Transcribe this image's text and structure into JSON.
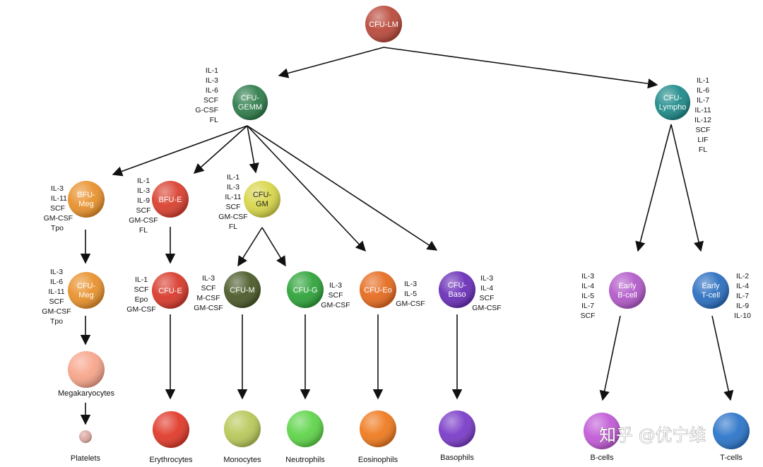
{
  "colors": {
    "lm": "#b94a3c",
    "gemm": "#2f7d4b",
    "lympho": "#1f8a8a",
    "meg": "#e8912c",
    "bfue": "#d9402f",
    "gm": "#d8d64a",
    "cfue": "#d83a2c",
    "cfum": "#4b5a2a",
    "cfug": "#2ea33a",
    "cfueo": "#e66b1f",
    "baso": "#6a2fb8",
    "earlyb": "#b25ac9",
    "earlyt": "#2c6fc0",
    "megakaryocyte": "#f7a58b",
    "platelet": "#d9a8a0",
    "erythrocyte": "#e03a2a",
    "monocyte": "#b9c85a",
    "neutrophil": "#5fd44a",
    "eosinophil": "#ef7a1f",
    "basophil": "#7a3cc8",
    "bcell": "#c15ad6",
    "tcell": "#2c75c9"
  },
  "nodes": {
    "lm": [
      "CFU-LM"
    ],
    "gemm": [
      "CFU-",
      "GEMM"
    ],
    "lympho": [
      "CFU-",
      "Lympho"
    ],
    "bfumeg": [
      "BFU-",
      "Meg"
    ],
    "bfue": [
      "BFU-E"
    ],
    "cfugm": [
      "CFU-",
      "GM"
    ],
    "cfumeg": [
      "CFU-",
      "Meg"
    ],
    "cfue": [
      "CFU-E"
    ],
    "cfum": [
      "CFU-M"
    ],
    "cfug": [
      "CFU-G"
    ],
    "cfueo": [
      "CFU-Eo"
    ],
    "cfubaso": [
      "CFU-",
      "Baso"
    ],
    "earlyb": [
      "Early",
      "B-cell"
    ],
    "earlyt": [
      "Early",
      "T-cell"
    ]
  },
  "cytokines": {
    "gemm": [
      "IL-1",
      "IL-3",
      "IL-6",
      "SCF",
      "G-CSF",
      "FL"
    ],
    "lympho": [
      "IL-1",
      "IL-6",
      "IL-7",
      "IL-11",
      "IL-12",
      "SCF",
      "LIF",
      "FL"
    ],
    "bfumeg": [
      "IL-3",
      "IL-11",
      "SCF",
      "GM-CSF",
      "Tpo"
    ],
    "bfue": [
      "IL-1",
      "IL-3",
      "IL-9",
      "SCF",
      "GM-CSF",
      "FL"
    ],
    "cfugm": [
      "IL-1",
      "IL-3",
      "IL-11",
      "SCF",
      "GM-CSF",
      "FL"
    ],
    "cfumeg": [
      "IL-3",
      "IL-6",
      "IL-11",
      "SCF",
      "GM-CSF",
      "Tpo"
    ],
    "cfue": [
      "IL-1",
      "SCF",
      "Epo",
      "GM-CSF"
    ],
    "cfum": [
      "IL-3",
      "SCF",
      "M-CSF",
      "GM-CSF"
    ],
    "cfug": [
      "IL-3",
      "SCF",
      "GM-CSF"
    ],
    "cfueo": [
      "IL-3",
      "IL-5",
      "GM-CSF"
    ],
    "cfubaso": [
      "IL-3",
      "IL-4",
      "SCF",
      "GM-CSF"
    ],
    "earlyb": [
      "IL-3",
      "IL-4",
      "IL-5",
      "IL-7",
      "SCF"
    ],
    "earlyt": [
      "IL-2",
      "IL-4",
      "IL-7",
      "IL-9",
      "IL-10"
    ]
  },
  "cells": {
    "megakaryocytes": "Megakaryocytes",
    "platelets": "Platelets",
    "erythrocytes": "Erythrocytes",
    "monocytes": "Monocytes",
    "neutrophils": "Neutrophils",
    "eosinophils": "Eosinophils",
    "basophils": "Basophils",
    "bcells": "B-cells",
    "tcells": "T-cells"
  },
  "watermark": "知乎 @优宁维"
}
